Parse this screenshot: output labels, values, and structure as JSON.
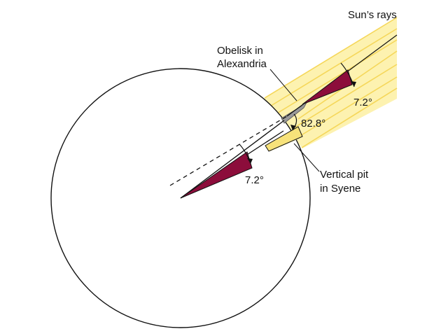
{
  "labels": {
    "sun_rays": "Sun’s rays",
    "obelisk_line1": "Obelisk in",
    "obelisk_line2": "Alexandria",
    "angle_at_sun": "7.2°",
    "angle_at_obelisk": "82.8°",
    "pit_line1": "Vertical pit",
    "pit_line2": "in Syene",
    "angle_at_center": "7.2°"
  },
  "colors": {
    "ray_fill": "#fdf2b0",
    "ray_line": "#f5d75a",
    "wedge": "#8c0d3b",
    "obelisk": "#9a9a9a",
    "pit": "#f7e27a",
    "outline": "#111111"
  }
}
